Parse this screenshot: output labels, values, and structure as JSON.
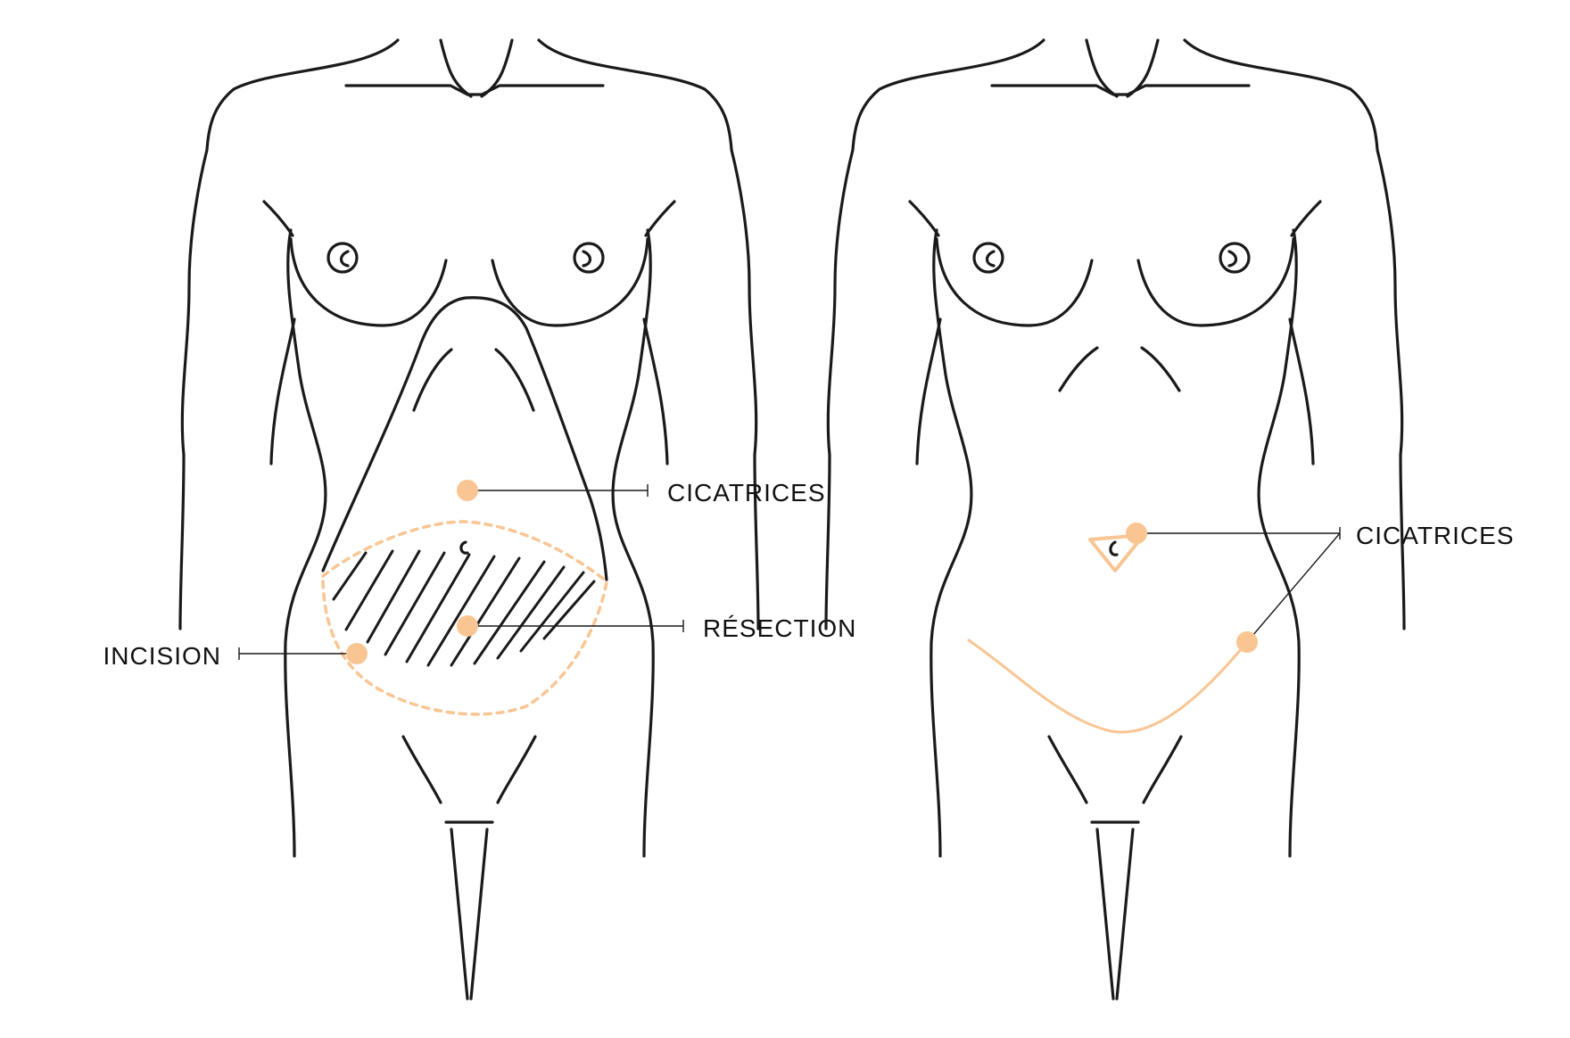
{
  "colors": {
    "accent": "#f9c593",
    "line": "#1a1a1a",
    "background": "#ffffff"
  },
  "before": {
    "labels": {
      "cicatrices": "CICATRICES",
      "resection": "RÉSECTION",
      "incision": "INCISION"
    }
  },
  "after": {
    "labels": {
      "cicatrices": "CICATRICES"
    }
  }
}
